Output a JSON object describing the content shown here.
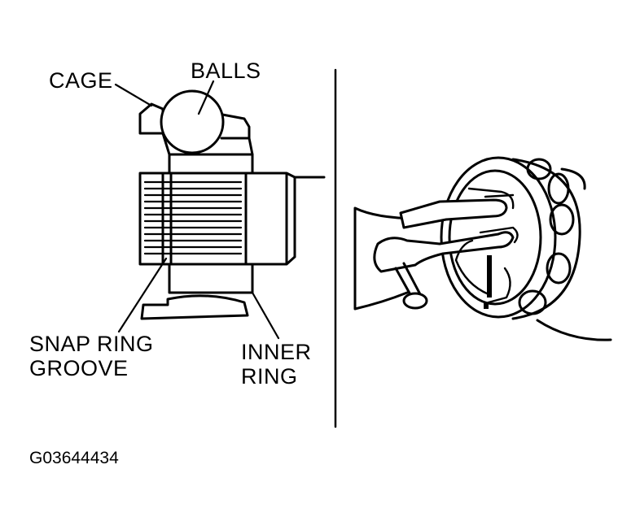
{
  "labels": {
    "cage": "CAGE",
    "balls": "BALLS",
    "snap_ring_groove_line1": "SNAP RING",
    "snap_ring_groove_line2": "GROOVE",
    "inner_ring_line1": "INNER",
    "inner_ring_line2": "RING"
  },
  "figure_code": "G03644434"
}
